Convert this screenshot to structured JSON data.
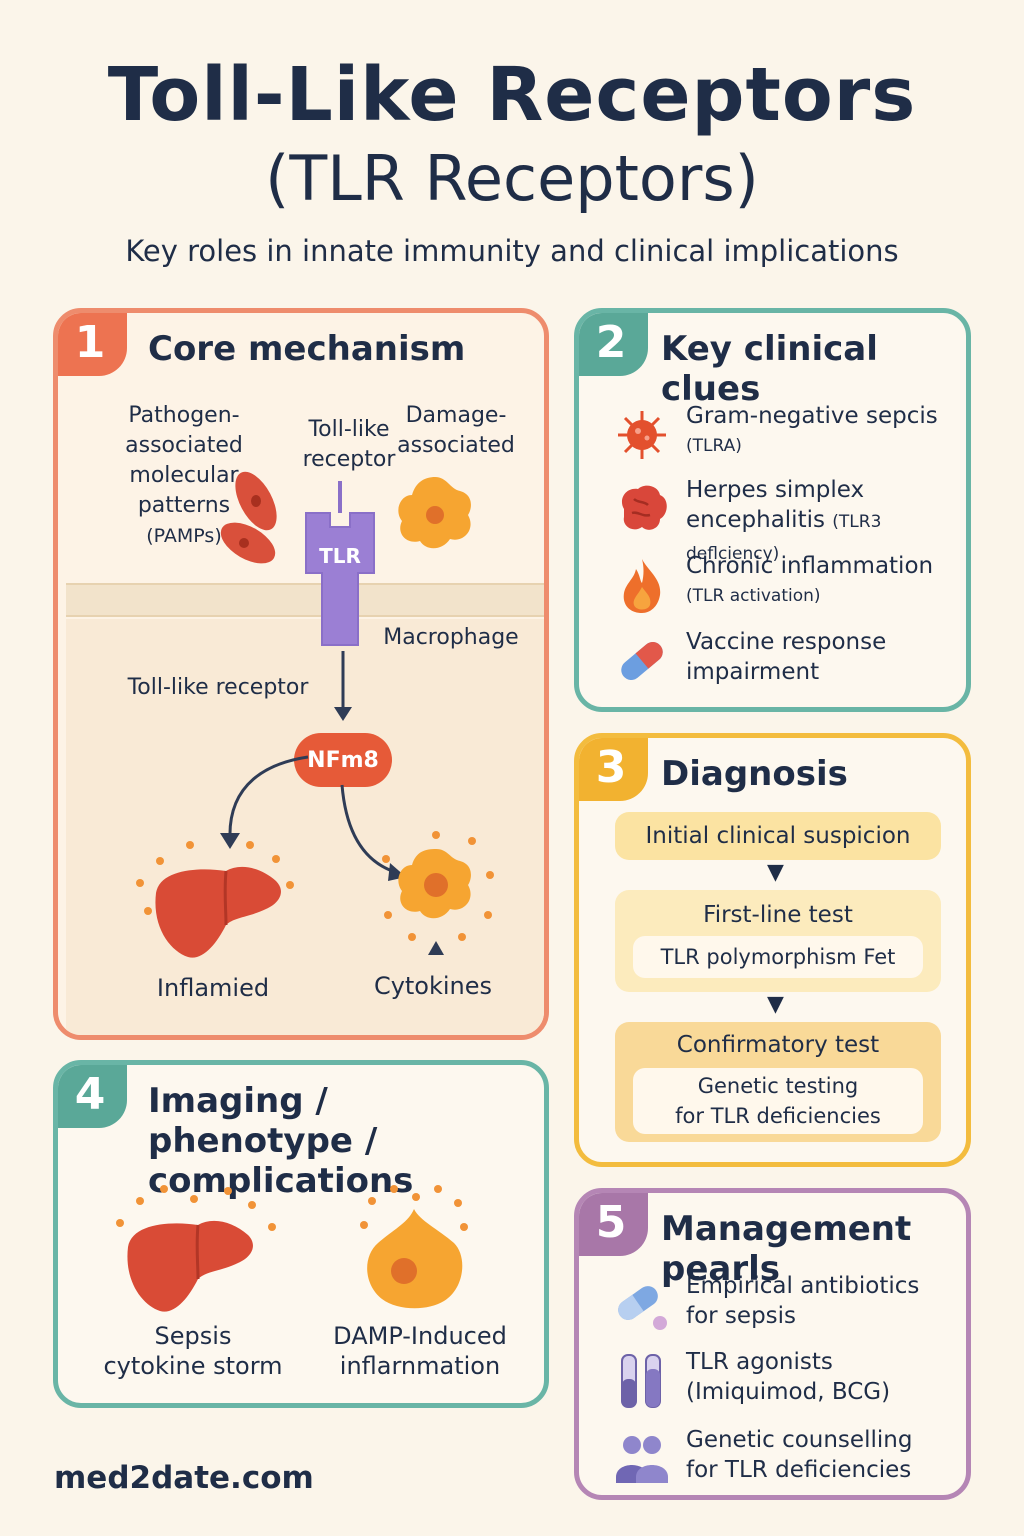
{
  "header": {
    "title": "Toll-Like Receptors",
    "title_line2": "(TLR Receptors)",
    "subtitle": "Key roles in innate immunity and clinical implications"
  },
  "mechanism": {
    "number": "1",
    "heading": "Core mechanism",
    "pamps_label": [
      "Pathogen-",
      "associated",
      "molecular",
      "patterns",
      "(PAMPs)"
    ],
    "receptor_label": [
      "Toll-like",
      "receptor"
    ],
    "damps_label": [
      "Damage-",
      "associated"
    ],
    "tlr_text": "TLR",
    "macrophage_label": "Macrophage",
    "toll_like_receptor_label": "Toll-like receptor",
    "nf_label": "NFm8",
    "inflamed_label": "Inflamied",
    "cytokines_label": "Cytokines"
  },
  "clues": {
    "number": "2",
    "heading": "Key clinical clues",
    "items": [
      {
        "icon": "bacterium-icon",
        "title": "Gram-negative sepcis",
        "sub": "(TLRA)"
      },
      {
        "icon": "brain-icon",
        "title": "Herpes simplex",
        "title2": "encephalitis",
        "sub": "(TLR3 deflciency)"
      },
      {
        "icon": "flame-icon",
        "title": "Chronic inflammation",
        "sub": "(TLR activation)"
      },
      {
        "icon": "capsule-icon",
        "title": "Vaccine response",
        "title2": "impairment"
      }
    ]
  },
  "diagnosis": {
    "number": "3",
    "heading": "Diagnosis",
    "initial": "Initial clinical suspicion",
    "first_line_title": "First-line test",
    "first_line_detail": "TLR polymorphism Fet",
    "confirmatory_title": "Confirmatory test",
    "confirmatory_detail": [
      "Genetic testing",
      "for TLR deficiencies"
    ]
  },
  "imaging": {
    "number": "4",
    "heading": [
      "Imaging / phenotype /",
      "complications"
    ],
    "sepsis_label": [
      "Sepsis",
      "cytokine storm"
    ],
    "damp_label": [
      "DAMP-Induced",
      "inflarnmation"
    ]
  },
  "management": {
    "number": "5",
    "heading": "Management pearls",
    "items": [
      {
        "icon": "pill-icon",
        "lines": [
          "Empirical antibiotics",
          "for sepsis"
        ]
      },
      {
        "icon": "test-tubes-icon",
        "lines": [
          "TLR agonists",
          "(Imiquimod, BCG)"
        ]
      },
      {
        "icon": "people-icon",
        "lines": [
          "Genetic counselling",
          "for TLR deficiencies"
        ]
      }
    ]
  },
  "footer": {
    "site": "med2date.com"
  },
  "colors": {
    "navy": "#1f2d47",
    "coral": "#ed7351",
    "teal": "#5aa898",
    "amber": "#f2b230",
    "purple": "#a877a8",
    "background": "#fbf5ea"
  }
}
